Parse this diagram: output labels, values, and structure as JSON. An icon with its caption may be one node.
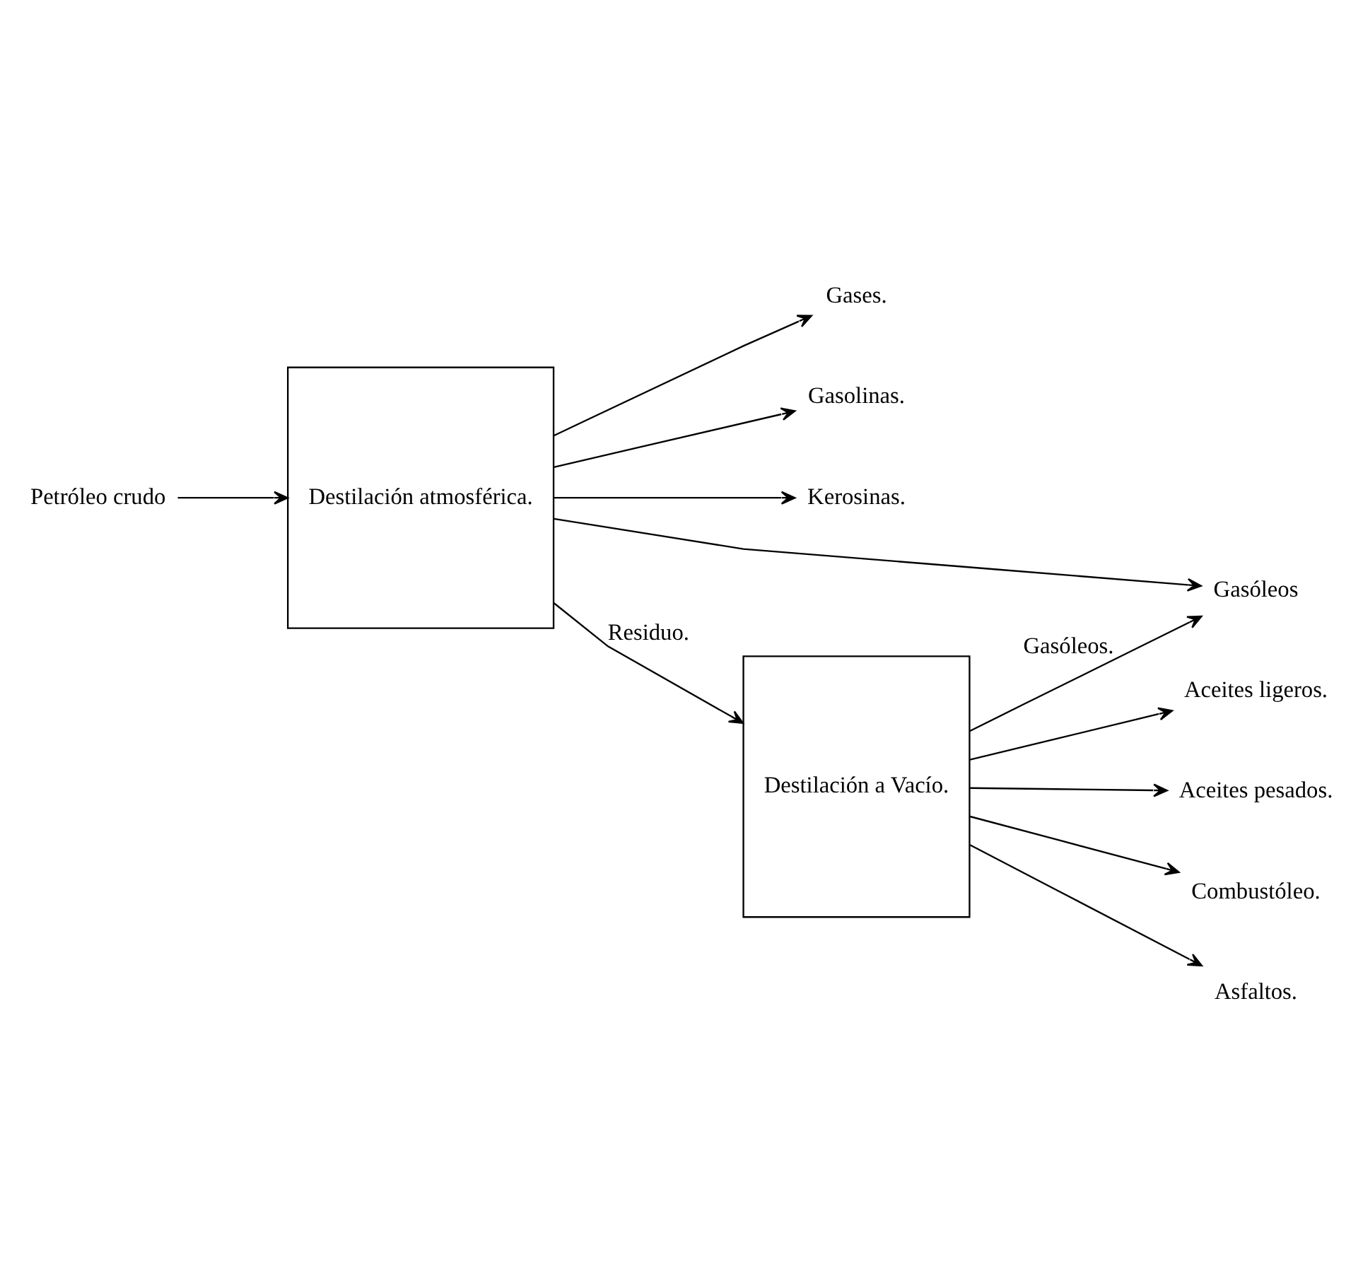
{
  "diagram": {
    "nodes": [
      {
        "text": [
          "Destilación atmosférica."
        ]
      },
      {
        "text": [
          "Petróleo crudo"
        ]
      },
      {
        "text": [
          "Gases."
        ]
      },
      {
        "text": [
          "Gasolinas."
        ]
      },
      {
        "text": [
          "Kerosinas."
        ]
      },
      {
        "text": [
          "Gasóleos"
        ]
      },
      {
        "text": [
          "Destilación a Vacío."
        ]
      },
      {
        "text": [
          "Aceites ligeros."
        ]
      },
      {
        "text": [
          "Aceites pesados."
        ]
      },
      {
        "text": [
          "Combustóleo."
        ]
      },
      {
        "text": [
          "Asfaltos."
        ]
      }
    ],
    "edges": [
      {
        "from": 1,
        "to": 0,
        "arrow": "to"
      },
      {
        "from": 0,
        "to": 2,
        "arrow": "to"
      },
      {
        "from": 0,
        "to": 3,
        "arrow": "to"
      },
      {
        "from": 0,
        "to": 4,
        "arrow": "to"
      },
      {
        "from": 0,
        "to": 5,
        "arrow": "to"
      },
      {
        "from": 0,
        "to": 6,
        "arrow": "to",
        "label": "Residuo."
      },
      {
        "from": 6,
        "to": 5,
        "arrow": "to",
        "label": "Gasóleos."
      },
      {
        "from": 6,
        "to": 7,
        "arrow": "to"
      },
      {
        "from": 6,
        "to": 8,
        "arrow": "to"
      },
      {
        "from": 6,
        "to": 9,
        "arrow": "to"
      },
      {
        "from": 6,
        "to": 10,
        "arrow": "to"
      }
    ]
  }
}
